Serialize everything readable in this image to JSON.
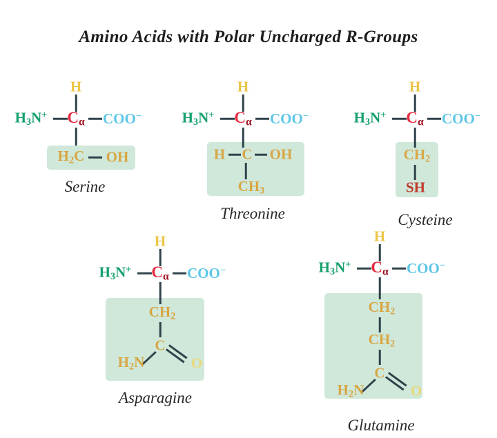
{
  "figure": {
    "title": "Amino Acids with Polar Uncharged R-Groups",
    "colors": {
      "amino_group": "#15a06c",
      "alpha_carbon": "#e62a40",
      "carboxyl_group": "#5cc6e6",
      "alpha_hydrogen": "#ecc547",
      "r_group_atom": "#d8a644",
      "thiol": "#c0392b",
      "carbonyl_oxygen": "#e8d97a",
      "highlight_box": "#cfe8da",
      "bond": "#30434a",
      "background": "#ffffff"
    },
    "common_backbone": {
      "hydrogen": "H",
      "amino": "H3N+",
      "amino_parts": {
        "base": "H",
        "sub": "3",
        "n": "N",
        "sup": "+"
      },
      "alpha_carbon": "C",
      "alpha_subscript": "α",
      "carboxyl": "COO-",
      "carboxyl_parts": {
        "base": "COO",
        "sup": "−"
      }
    },
    "molecules": [
      {
        "name": "Serine",
        "r_group_labels": [
          "H2C",
          "OH"
        ],
        "r_group_atoms": [
          {
            "text_base": "H",
            "text_sub": "2",
            "text_tail": "C"
          },
          {
            "text_base": "OH",
            "text_sub": "",
            "text_tail": ""
          }
        ]
      },
      {
        "name": "Threonine",
        "r_group_labels": [
          "H",
          "C",
          "OH",
          "CH3"
        ],
        "r_group_atoms": [
          {
            "text_base": "H",
            "text_sub": "",
            "text_tail": ""
          },
          {
            "text_base": "C",
            "text_sub": "",
            "text_tail": ""
          },
          {
            "text_base": "OH",
            "text_sub": "",
            "text_tail": ""
          },
          {
            "text_base": "CH",
            "text_sub": "3",
            "text_tail": ""
          }
        ]
      },
      {
        "name": "Cysteine",
        "r_group_labels": [
          "CH2",
          "SH"
        ],
        "r_group_atoms": [
          {
            "text_base": "CH",
            "text_sub": "2",
            "text_tail": ""
          },
          {
            "text_base": "SH",
            "text_sub": "",
            "text_tail": ""
          }
        ]
      },
      {
        "name": "Asparagine",
        "r_group_labels": [
          "CH2",
          "C",
          "H2N",
          "O"
        ],
        "r_group_atoms": [
          {
            "text_base": "CH",
            "text_sub": "2",
            "text_tail": ""
          },
          {
            "text_base": "C",
            "text_sub": "",
            "text_tail": ""
          },
          {
            "text_base": "H",
            "text_sub": "2",
            "text_tail": "N"
          },
          {
            "text_base": "O",
            "text_sub": "",
            "text_tail": ""
          }
        ]
      },
      {
        "name": "Glutamine",
        "r_group_labels": [
          "CH2",
          "CH2",
          "C",
          "H2N",
          "O"
        ],
        "r_group_atoms": [
          {
            "text_base": "CH",
            "text_sub": "2",
            "text_tail": ""
          },
          {
            "text_base": "CH",
            "text_sub": "2",
            "text_tail": ""
          },
          {
            "text_base": "C",
            "text_sub": "",
            "text_tail": ""
          },
          {
            "text_base": "H",
            "text_sub": "2",
            "text_tail": "N"
          },
          {
            "text_base": "O",
            "text_sub": "",
            "text_tail": ""
          }
        ]
      }
    ]
  }
}
